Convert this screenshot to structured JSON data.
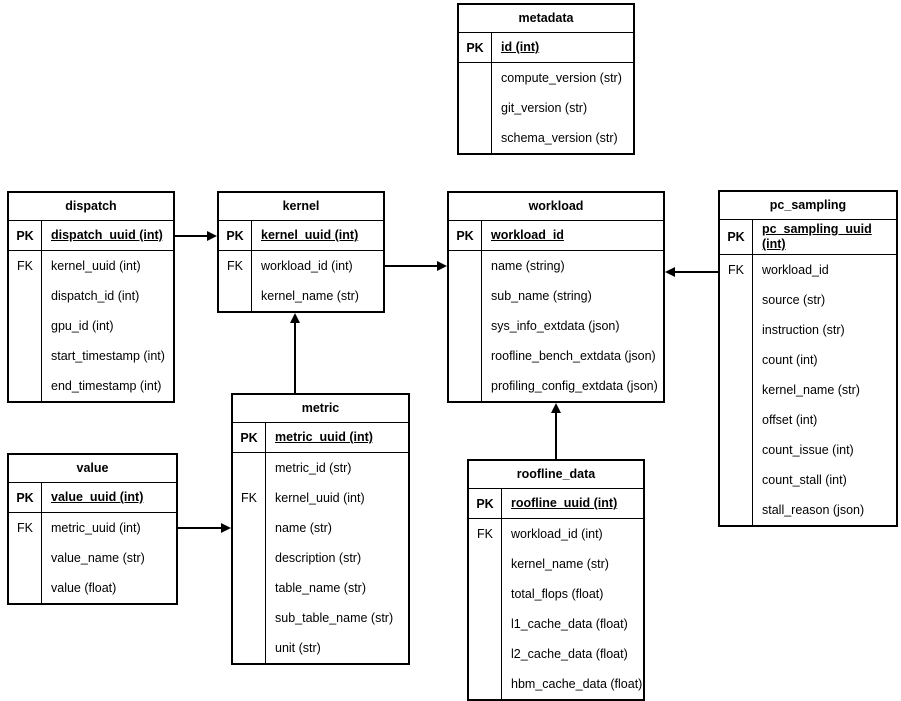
{
  "diagram": {
    "background": "#ffffff",
    "line_color": "#000000",
    "text_color": "#000000"
  },
  "tables": {
    "metadata": {
      "title": "metadata",
      "pk": {
        "key": "PK",
        "field": "id (int)"
      },
      "rows": [
        {
          "key": "",
          "field": "compute_version (str)"
        },
        {
          "key": "",
          "field": "git_version (str)"
        },
        {
          "key": "",
          "field": "schema_version (str)"
        }
      ]
    },
    "dispatch": {
      "title": "dispatch",
      "pk": {
        "key": "PK",
        "field": "dispatch_uuid (int)"
      },
      "rows": [
        {
          "key": "FK",
          "field": "kernel_uuid (int)"
        },
        {
          "key": "",
          "field": "dispatch_id (int)"
        },
        {
          "key": "",
          "field": "gpu_id (int)"
        },
        {
          "key": "",
          "field": "start_timestamp (int)"
        },
        {
          "key": "",
          "field": "end_timestamp (int)"
        }
      ]
    },
    "kernel": {
      "title": "kernel",
      "pk": {
        "key": "PK",
        "field": "kernel_uuid (int)"
      },
      "rows": [
        {
          "key": "FK",
          "field": "workload_id (int)"
        },
        {
          "key": "",
          "field": "kernel_name (str)"
        }
      ]
    },
    "workload": {
      "title": "workload",
      "pk": {
        "key": "PK",
        "field": "workload_id"
      },
      "rows": [
        {
          "key": "",
          "field": "name (string)"
        },
        {
          "key": "",
          "field": "sub_name (string)"
        },
        {
          "key": "",
          "field": "sys_info_extdata (json)"
        },
        {
          "key": "",
          "field": "roofline_bench_extdata (json)"
        },
        {
          "key": "",
          "field": "profiling_config_extdata (json)"
        }
      ]
    },
    "pc_sampling": {
      "title": "pc_sampling",
      "pk": {
        "key": "PK",
        "field": "pc_sampling_uuid (int)"
      },
      "rows": [
        {
          "key": "FK",
          "field": "workload_id"
        },
        {
          "key": "",
          "field": "source (str)"
        },
        {
          "key": "",
          "field": "instruction (str)"
        },
        {
          "key": "",
          "field": "count (int)"
        },
        {
          "key": "",
          "field": "kernel_name (str)"
        },
        {
          "key": "",
          "field": "offset (int)"
        },
        {
          "key": "",
          "field": "count_issue (int)"
        },
        {
          "key": "",
          "field": "count_stall (int)"
        },
        {
          "key": "",
          "field": "stall_reason (json)"
        }
      ]
    },
    "metric": {
      "title": "metric",
      "pk": {
        "key": "PK",
        "field": "metric_uuid (int)"
      },
      "rows": [
        {
          "key": "",
          "field": "metric_id (str)"
        },
        {
          "key": "FK",
          "field": "kernel_uuid (int)"
        },
        {
          "key": "",
          "field": "name (str)"
        },
        {
          "key": "",
          "field": "description (str)"
        },
        {
          "key": "",
          "field": "table_name (str)"
        },
        {
          "key": "",
          "field": "sub_table_name (str)"
        },
        {
          "key": "",
          "field": "unit (str)"
        }
      ]
    },
    "value": {
      "title": "value",
      "pk": {
        "key": "PK",
        "field": "value_uuid (int)"
      },
      "rows": [
        {
          "key": "FK",
          "field": "metric_uuid (int)"
        },
        {
          "key": "",
          "field": "value_name (str)"
        },
        {
          "key": "",
          "field": "value (float)"
        }
      ]
    },
    "roofline_data": {
      "title": "roofline_data",
      "pk": {
        "key": "PK",
        "field": "roofline_uuid (int)"
      },
      "rows": [
        {
          "key": "FK",
          "field": "workload_id (int)"
        },
        {
          "key": "",
          "field": "kernel_name (str)"
        },
        {
          "key": "",
          "field": "total_flops (float)"
        },
        {
          "key": "",
          "field": "l1_cache_data (float)"
        },
        {
          "key": "",
          "field": "l2_cache_data (float)"
        },
        {
          "key": "",
          "field": "hbm_cache_data (float)"
        }
      ]
    }
  },
  "relations": [
    {
      "from": "dispatch",
      "to": "kernel"
    },
    {
      "from": "kernel",
      "to": "workload"
    },
    {
      "from": "pc_sampling",
      "to": "workload"
    },
    {
      "from": "metric",
      "to": "kernel"
    },
    {
      "from": "value",
      "to": "metric"
    },
    {
      "from": "roofline_data",
      "to": "workload"
    }
  ]
}
